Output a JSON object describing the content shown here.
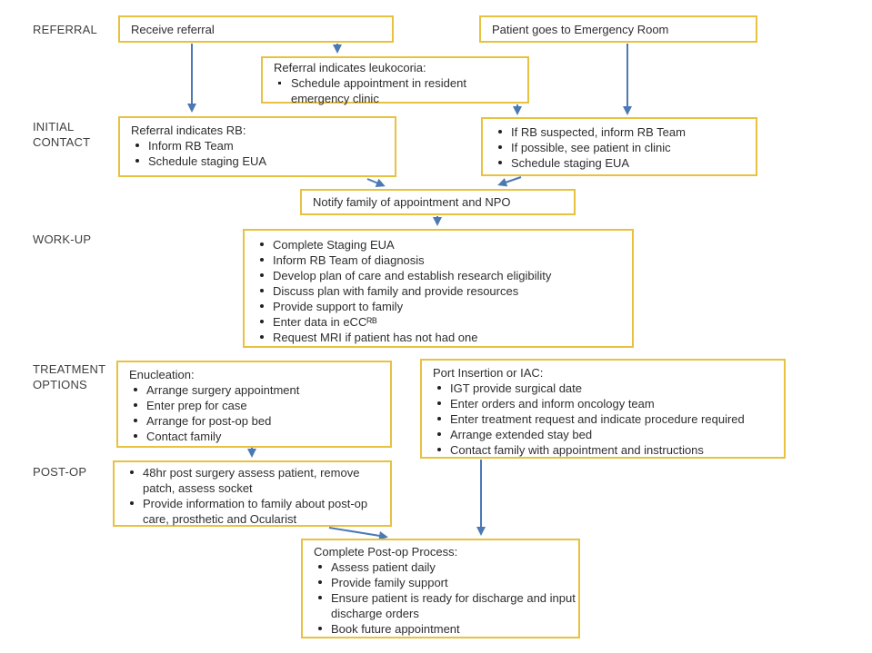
{
  "colors": {
    "box_border": "#e8c13f",
    "arrow": "#4b79b4",
    "text": "#2e2e2e",
    "label": "#3f3f3f",
    "background": "#ffffff"
  },
  "stages": {
    "referral": "REFERRAL",
    "initial_contact": "INITIAL CONTACT",
    "work_up": "WORK-UP",
    "treatment_options": "TREATMENT OPTIONS",
    "post_op": "POST-OP"
  },
  "nodes": {
    "receive_referral": {
      "title": "Receive referral"
    },
    "patient_er": {
      "title": "Patient goes to Emergency Room"
    },
    "leukocoria": {
      "title": "Referral indicates leukocoria:",
      "bullets": [
        "Schedule appointment in resident emergency clinic"
      ]
    },
    "rb_referral": {
      "title": "Referral indicates RB:",
      "bullets": [
        "Inform RB Team",
        "Schedule staging EUA"
      ]
    },
    "rb_suspected": {
      "bullets": [
        "If RB suspected, inform RB Team",
        "If possible, see patient in clinic",
        "Schedule staging EUA"
      ]
    },
    "notify_family": {
      "title": "Notify family of appointment and NPO"
    },
    "work_up": {
      "bullets": [
        "Complete Staging EUA",
        "Inform RB Team of diagnosis",
        "Develop plan of care and establish research eligibility",
        "Discuss plan with family and provide resources",
        "Provide support to family",
        "Enter data in eCCᴿᴮ",
        "Request MRI if patient has not had one"
      ]
    },
    "enucleation": {
      "title": "Enucleation:",
      "bullets": [
        "Arrange surgery appointment",
        "Enter prep for case",
        "Arrange for post-op bed",
        "Contact family"
      ]
    },
    "port_insertion": {
      "title": "Port Insertion or IAC:",
      "bullets": [
        "IGT provide surgical date",
        "Enter orders and inform oncology team",
        "Enter treatment request and indicate procedure required",
        "Arrange extended stay bed",
        "Contact family with appointment and instructions"
      ]
    },
    "post_op_assess": {
      "bullets": [
        "48hr post surgery assess patient, remove patch, assess socket",
        "Provide information to family about post-op care, prosthetic and Ocularist"
      ]
    },
    "complete_post_op": {
      "title": "Complete Post-op Process:",
      "bullets": [
        "Assess patient daily",
        "Provide family support",
        "Ensure patient is ready for discharge and input discharge orders",
        "Book future appointment"
      ]
    }
  },
  "connections": [
    {
      "from": "receive_referral",
      "to": "rb_referral"
    },
    {
      "from": "receive_referral",
      "to": "leukocoria"
    },
    {
      "from": "leukocoria",
      "to": "rb_suspected"
    },
    {
      "from": "patient_er",
      "to": "rb_suspected"
    },
    {
      "from": "rb_referral",
      "to": "notify_family"
    },
    {
      "from": "rb_suspected",
      "to": "notify_family"
    },
    {
      "from": "notify_family",
      "to": "work_up"
    },
    {
      "from": "enucleation",
      "to": "post_op_assess"
    },
    {
      "from": "port_insertion",
      "to": "complete_post_op"
    },
    {
      "from": "post_op_assess",
      "to": "complete_post_op"
    }
  ]
}
